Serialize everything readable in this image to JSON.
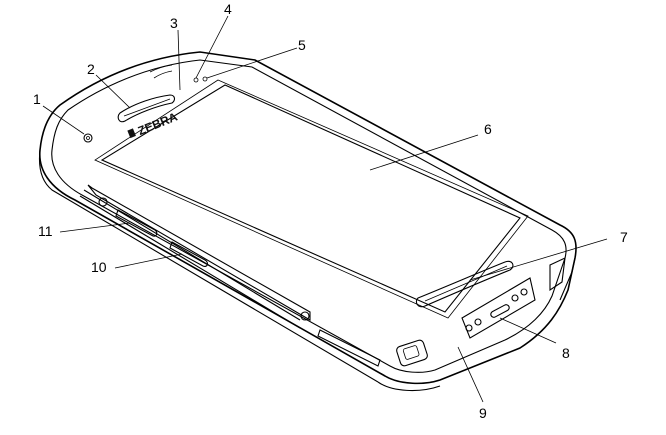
{
  "figure": {
    "brand_logo_text": "ZEBRA",
    "callouts": [
      "1",
      "2",
      "3",
      "4",
      "5",
      "6",
      "7",
      "8",
      "9",
      "10",
      "11"
    ]
  }
}
